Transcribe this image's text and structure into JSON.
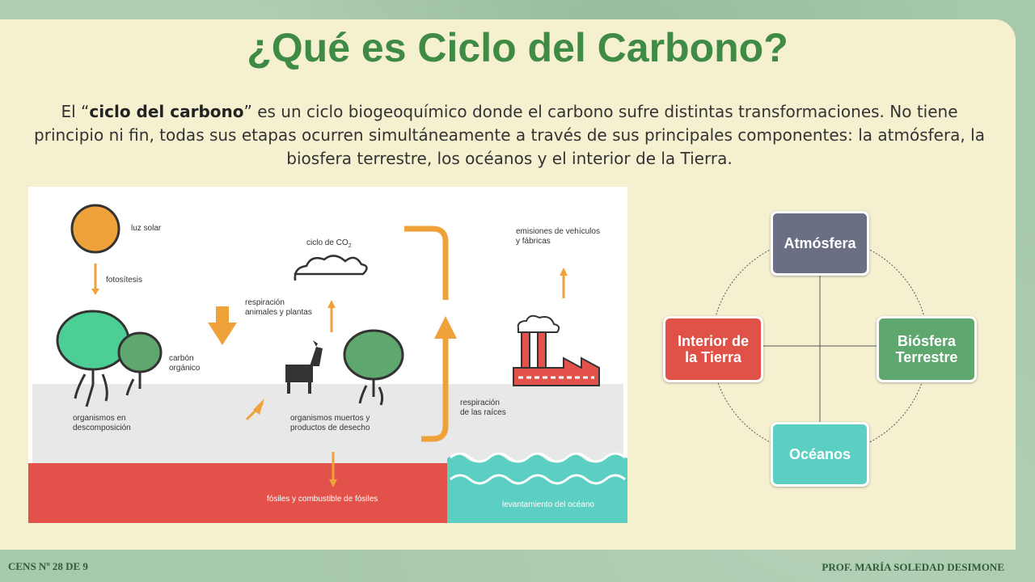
{
  "slide": {
    "title": "¿Qué es Ciclo del Carbono?",
    "intro_prefix": "El “",
    "intro_bold": "ciclo del carbono",
    "intro_rest": "” es un ciclo biogeoquímico donde el carbono sufre distintas transformaciones. No tiene principio ni fin, todas sus etapas ocurren simultáneamente a través de sus principales componentes: la atmósfera, la biosfera terrestre, los océanos y el interior de la Tierra."
  },
  "illustration": {
    "luz_solar": "luz solar",
    "fotosintesis": "fotosítesis",
    "carbon_1": "carbón",
    "carbon_2": "orgánico",
    "ciclo_co2": "ciclo de CO",
    "ciclo_co2_sub": "2",
    "resp_1": "respiración",
    "resp_2": "animales y plantas",
    "emisiones_1": "emisiones de vehículos",
    "emisiones_2": "y fábricas",
    "descomp_1": "organismos en",
    "descomp_2": "descomposición",
    "muertos_1": "organismos muertos y",
    "muertos_2": "productos de desecho",
    "raices_1": "respiración",
    "raices_2": "de las raíces",
    "fosiles": "fósiles y combustible de fósiles",
    "oceano": "levantamiento del océano"
  },
  "diagram": {
    "nodes": [
      {
        "label": "Atmósfera",
        "color": "#6b6f83"
      },
      {
        "label": "Biósfera Terrestre",
        "color": "#5ea86f"
      },
      {
        "label": "Océanos",
        "color": "#5ccfc3"
      },
      {
        "label": "Interior de la Tierra",
        "color": "#e05247"
      }
    ]
  },
  "footer": {
    "left": "CENS Nº 28 DE 9",
    "right": "PROF. MARÍA SOLEDAD DESIMONE"
  },
  "colors": {
    "title": "#3f8a45",
    "orange": "#f0a23a",
    "red_ground": "#e3524a",
    "ocean": "#5ccfc3",
    "tree_green": "#4bb87f"
  }
}
